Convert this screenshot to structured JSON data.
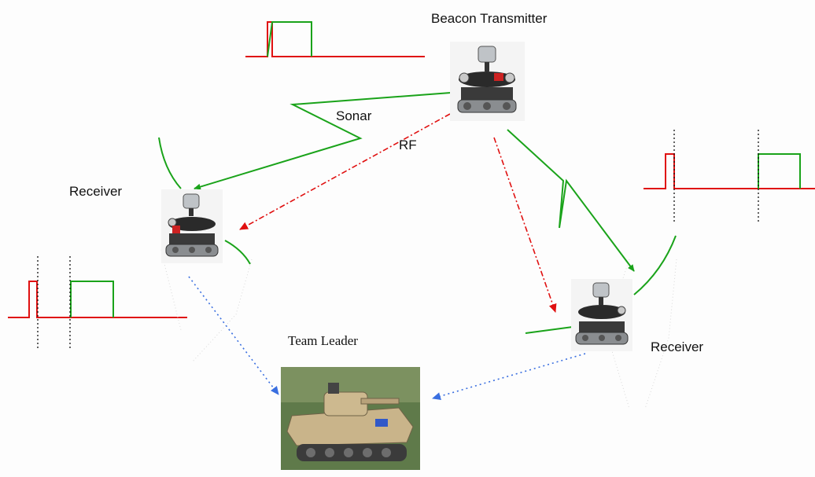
{
  "labels": {
    "beacon": "Beacon Transmitter",
    "sonar": "Sonar",
    "rf": "RF",
    "receiver_left": "Receiver",
    "receiver_right": "Receiver",
    "team_leader": "Team Leader"
  },
  "colors": {
    "sonar": "#1aa31a",
    "rf": "#e01010",
    "comm": "#3a6fe0",
    "signal_rf": "#e01010",
    "signal_sonar": "#1aa31a"
  },
  "icons": {
    "beacon_robot": "mobile-robot-photo",
    "receiver_robot": "mobile-robot-photo",
    "team_leader": "tank-robot-photo"
  }
}
